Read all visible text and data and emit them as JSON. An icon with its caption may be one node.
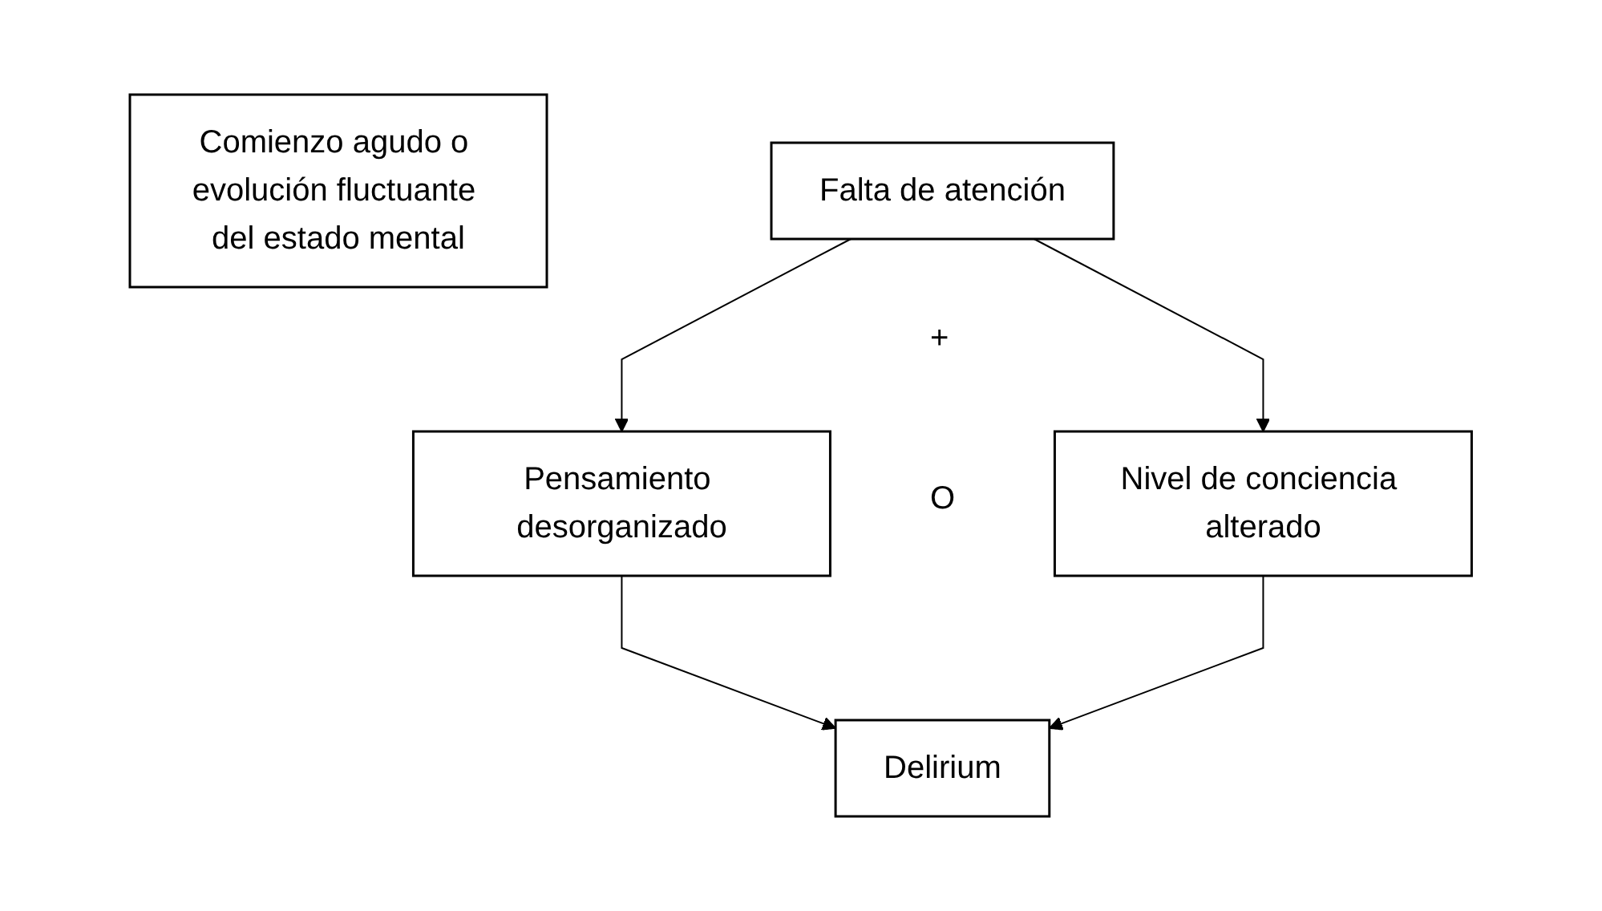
{
  "diagram": {
    "nodes": [
      {
        "text": [
          "Comienzo agudo o evolución fluctuante del estado mental"
        ]
      },
      {
        "text": [
          "Falta de atención"
        ]
      },
      {
        "text": [
          "Pensamiento desorganizado"
        ]
      },
      {
        "text": [
          "Nivel de conciencia alterado"
        ]
      },
      {
        "text": [
          "Delirium"
        ]
      }
    ],
    "edges": [
      {
        "from": 1,
        "to": 2,
        "arrow": "to"
      },
      {
        "from": 1,
        "to": 3,
        "arrow": "to"
      },
      {
        "from": 2,
        "to": 4,
        "arrow": "to"
      },
      {
        "from": 3,
        "to": 4,
        "arrow": "to"
      }
    ],
    "labels": [
      "+",
      "O"
    ]
  }
}
